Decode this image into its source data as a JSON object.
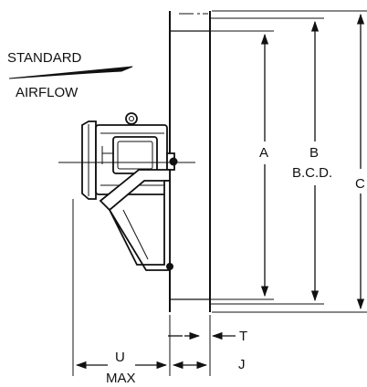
{
  "diagram": {
    "airflow_label_top": "STANDARD",
    "airflow_label_bottom": "AIRFLOW",
    "dimensions": {
      "a": "A",
      "b_line1": "B",
      "b_line2": "B.C.D.",
      "c": "C",
      "t": "T",
      "j": "J",
      "u": "U",
      "max": "MAX"
    }
  }
}
